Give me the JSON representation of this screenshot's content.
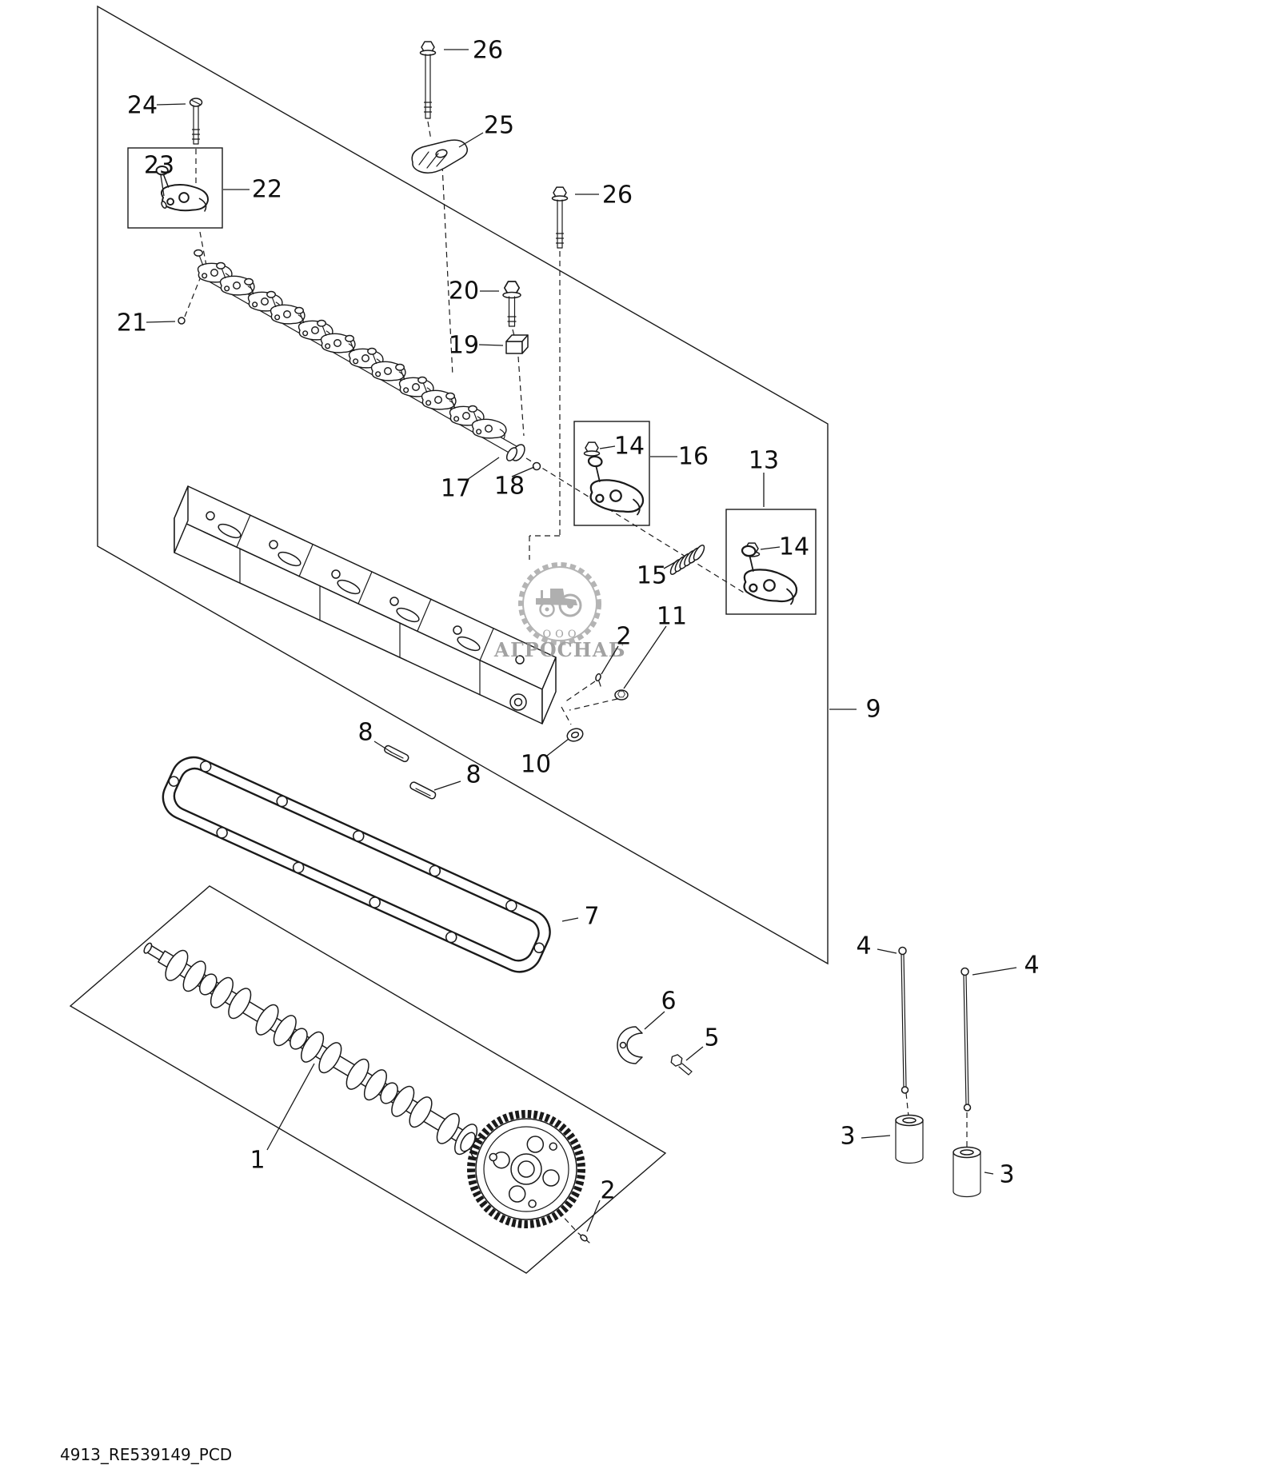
{
  "figure": {
    "footer_code": "4913_RE539149_PCD",
    "watermark": {
      "org_type": "ООО",
      "name": "АГРОСНАБ"
    },
    "callouts": {
      "c1": "1",
      "c2_mid": "2",
      "c2_bottom": "2",
      "c3_left": "3",
      "c3_right": "3",
      "c4_left": "4",
      "c4_right": "4",
      "c5": "5",
      "c6": "6",
      "c7": "7",
      "c8_top": "8",
      "c8_bottom": "8",
      "c9": "9",
      "c10": "10",
      "c11": "11",
      "c13": "13",
      "c14_top": "14",
      "c14_bottom": "14",
      "c15": "15",
      "c16": "16",
      "c17": "17",
      "c18": "18",
      "c19": "19",
      "c20": "20",
      "c21": "21",
      "c22": "22",
      "c23": "23",
      "c24": "24",
      "c25": "25",
      "c26_top": "26",
      "c26_right": "26"
    }
  }
}
